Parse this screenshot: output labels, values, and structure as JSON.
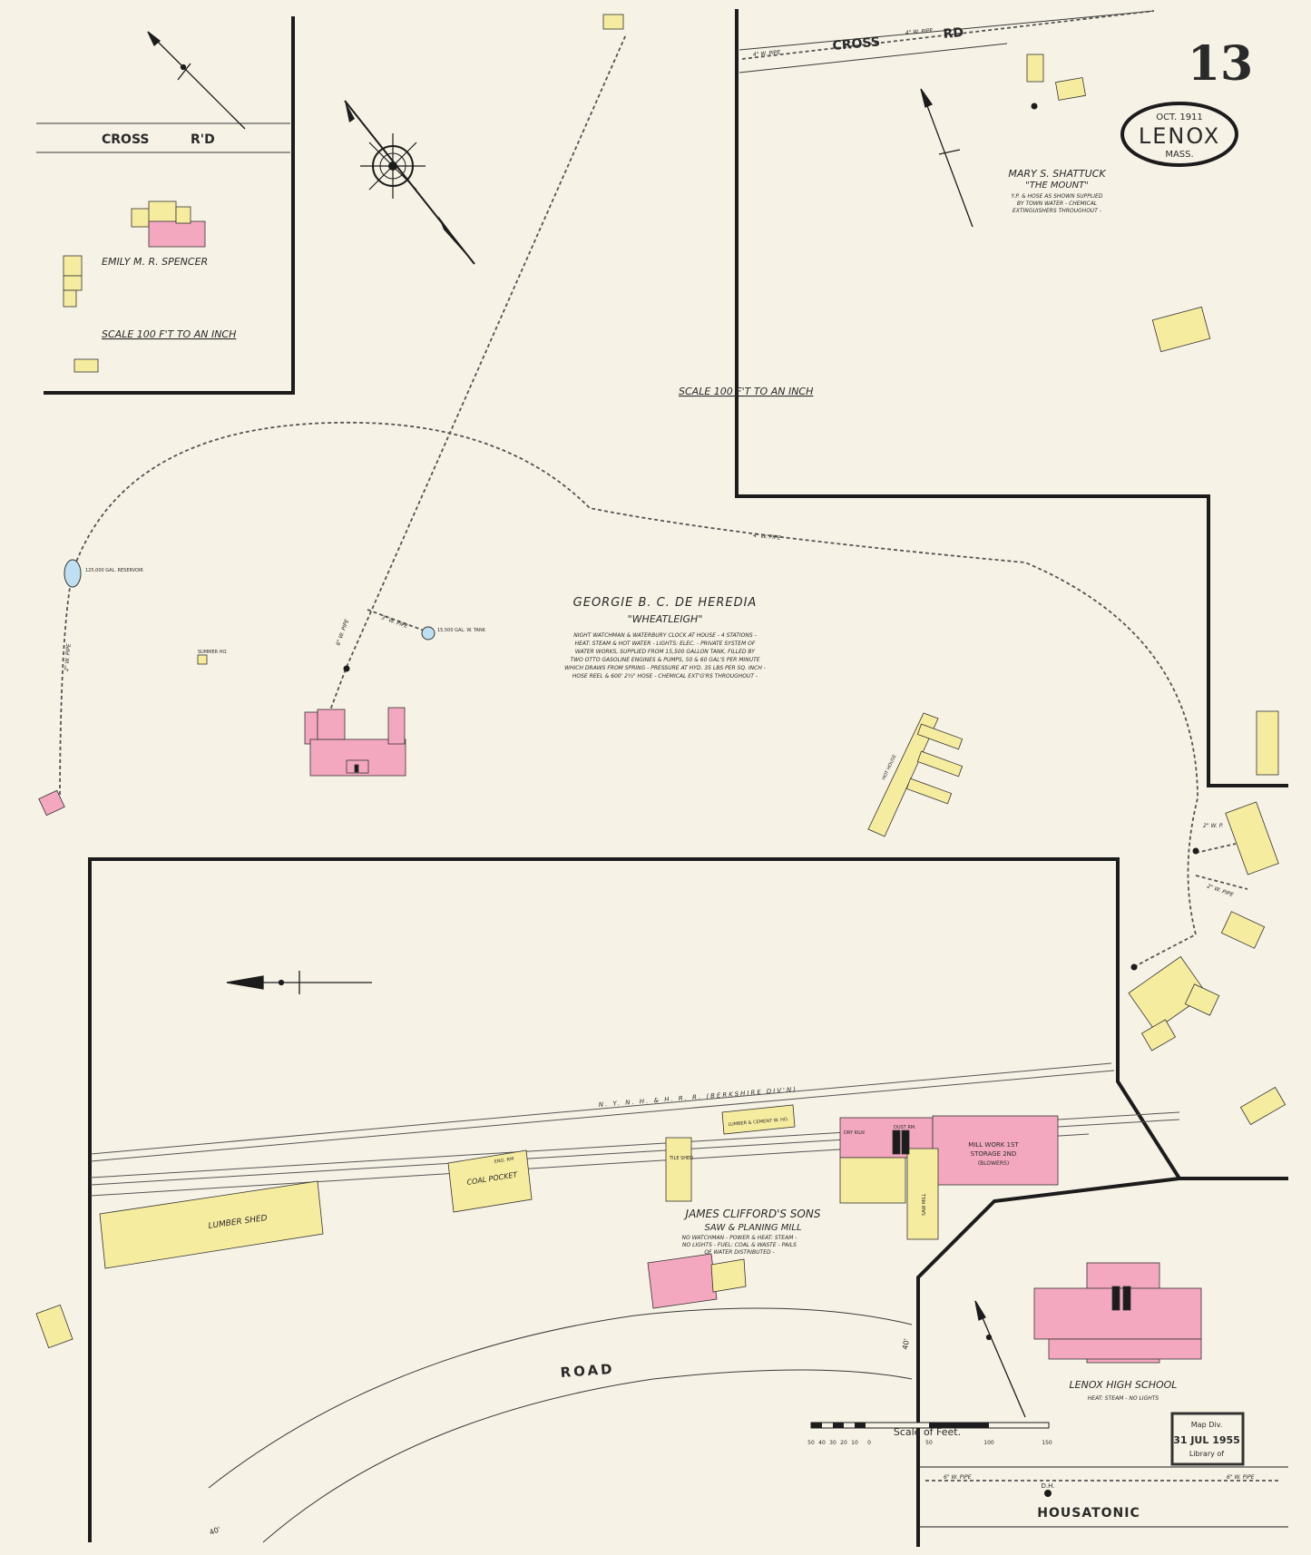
{
  "sheet": {
    "number": "13",
    "date": "OCT. 1911",
    "town": "LENOX",
    "state": "MASS."
  },
  "colors": {
    "paper": "#f6f2e6",
    "brick": "#f4a8c0",
    "frame": "#f6eca0",
    "water": "#bfe0f2",
    "ink": "#1c1c1c"
  },
  "labels": {
    "cross_rd_inset": [
      "CROSS",
      "R'D"
    ],
    "cross_rd_top": [
      "CROSS",
      "RD"
    ],
    "pipe_4w_top": "4\" W. PIPE",
    "pipe_4w_top2": "4\" W. PIPE",
    "emily_spencer": "EMILY M. R. SPENCER",
    "scale_inset": "SCALE 100 F'T TO AN INCH",
    "scale_main": "SCALE 100 F'T TO AN INCH",
    "shattuck_name": "MARY S. SHATTUCK",
    "shattuck_estate": "\"THE MOUNT\"",
    "shattuck_note": [
      "Y.P. & HOSE AS SHOWN SUPPLIED",
      "BY TOWN WATER - CHEMICAL",
      "EXTINGUISHERS THROUGHOUT -"
    ],
    "heredia_name": "GEORGIE B. C. DE HEREDIA",
    "heredia_estate": "\"WHEATLEIGH\"",
    "heredia_note": [
      "NIGHT WATCHMAN & WATERBURY CLOCK AT HOUSE - 4 STATIONS -",
      "HEAT: STEAM & HOT WATER - LIGHTS: ELEC. - PRIVATE SYSTEM OF",
      "WATER WORKS, SUPPLIED FROM 15,500 GALLON TANK, FILLED BY",
      "TWO OTTO GASOLINE ENGINES & PUMPS, 50 & 60 GAL'S PER MINUTE",
      "WHICH DRAWS FROM SPRING - PRESSURE AT HYD. 35 LBS PER SQ. INCH -",
      "HOSE REEL & 600' 2½\" HOSE - CHEMICAL EXT'G'RS THROUGHOUT -"
    ],
    "pipe_4w_curve": "4\" W. PIPE",
    "pipe_6w": "6\" W. PIPE",
    "pipe_3w": "3\" W. PIPE",
    "pipe_2w": "2\" W. PIPE",
    "pipe_2w_r": "2\" W. P.",
    "pipe_2w_r2": "2\" W. PIPE",
    "reservoir": "125,000 GAL. RESERVOIR",
    "tank_15500": "15,500 GAL. W. TANK",
    "summer_ho": "SUMMER HO.",
    "hot_house": "HOT HOUSE",
    "railroad": "N. Y. N. H. & H. R. R.   (BERKSHIRE DIV'N)",
    "lumber_shed": "LUMBER SHED",
    "coal_pocket": "COAL POCKET",
    "eng_rm": "ENG. RM",
    "tile_shed": "TILE SHED",
    "lumber_cement": "LUMBER & CEMENT W. HO.",
    "dry_kiln": "DRY KILN",
    "dust_rm": "DUST RM.",
    "mill_work": "MILL WORK 1ST",
    "storage": "STORAGE 2ND",
    "blowers": "(BLOWERS)",
    "saw_mill": "SAW MILL",
    "clifford_name": "JAMES CLIFFORD'S SONS",
    "clifford_mill": "SAW & PLANING MILL",
    "clifford_note": [
      "NO WATCHMAN - POWER & HEAT: STEAM -",
      "NO LIGHTS - FUEL: COAL & WASTE - PAILS",
      "OF WATER DISTRIBUTED -"
    ],
    "road": "ROAD",
    "high_school": "LENOX HIGH SCHOOL",
    "high_school_note": "HEAT: STEAM - NO LIGHTS",
    "scale_feet": "Scale of Feet.",
    "scale_ticks": [
      "50",
      "40",
      "30",
      "20",
      "10",
      "0",
      "50",
      "100",
      "150"
    ],
    "housatonic": "HOUSATONIC",
    "dh": "D.H.",
    "dim_40": "40'",
    "stamp": [
      "Map Div.",
      "31 JUL 1955",
      "Library of"
    ]
  }
}
